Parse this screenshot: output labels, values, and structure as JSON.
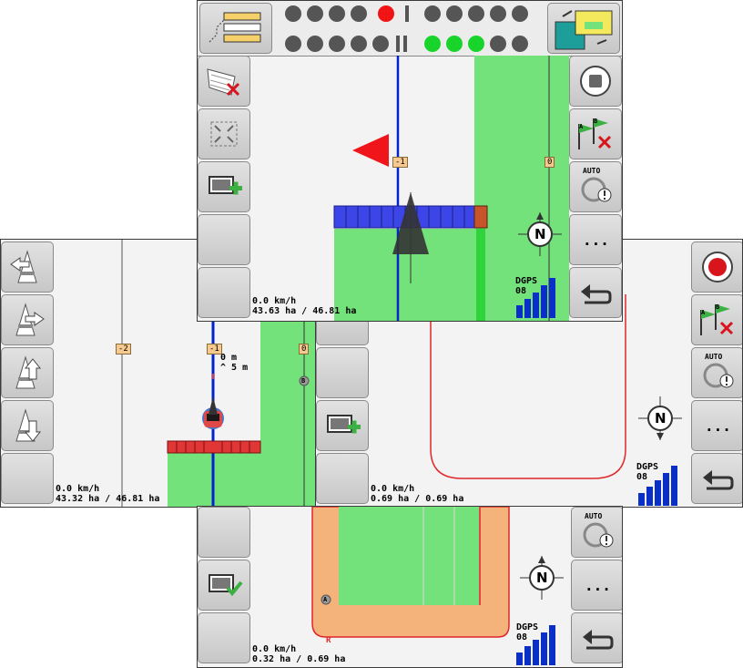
{
  "top_view": {
    "speed": "0.0 km/h",
    "area": "43.63 ha / 46.81 ha",
    "line_markers": [
      "-1",
      "0"
    ],
    "gps_mode": "DGPS",
    "gps_sats": "08"
  },
  "left_view": {
    "speed": "0.0 km/h",
    "area": "43.32 ha / 46.81 ha",
    "line_markers": [
      "-2",
      "-1",
      "0"
    ],
    "distance_line1": "0 m",
    "distance_line2": "^ 5 m",
    "point_b": "B"
  },
  "right_view": {
    "speed": "0.0 km/h",
    "area": "0.69 ha / 0.69 ha",
    "gps_mode": "DGPS",
    "gps_sats": "08"
  },
  "bottom_view": {
    "speed": "0.0 km/h",
    "area": "0.32 ha / 0.69 ha",
    "point_a": "A",
    "point_r": "R",
    "gps_mode": "DGPS",
    "gps_sats": "08"
  },
  "compass_label": "N",
  "auto_label": "AUTO",
  "more_label": "...",
  "ab_label_a": "A",
  "ab_label_b": "B",
  "section_status": {
    "row1": [
      "off",
      "off",
      "off",
      "off",
      "red",
      "bar",
      "off",
      "off",
      "off",
      "off",
      "off"
    ],
    "row2": [
      "off",
      "off",
      "off",
      "off",
      "off",
      "bars",
      "green",
      "green",
      "green",
      "off",
      "off"
    ]
  },
  "colors": {
    "field_green": "#74e27a",
    "boundary_red": "#e0262a",
    "headland_orange": "#f4b37b",
    "guidance_blue": "#0022cc",
    "section_blue": "#3c46e6",
    "section_red": "#e03636",
    "signal_blue": "#0a2ec8"
  }
}
